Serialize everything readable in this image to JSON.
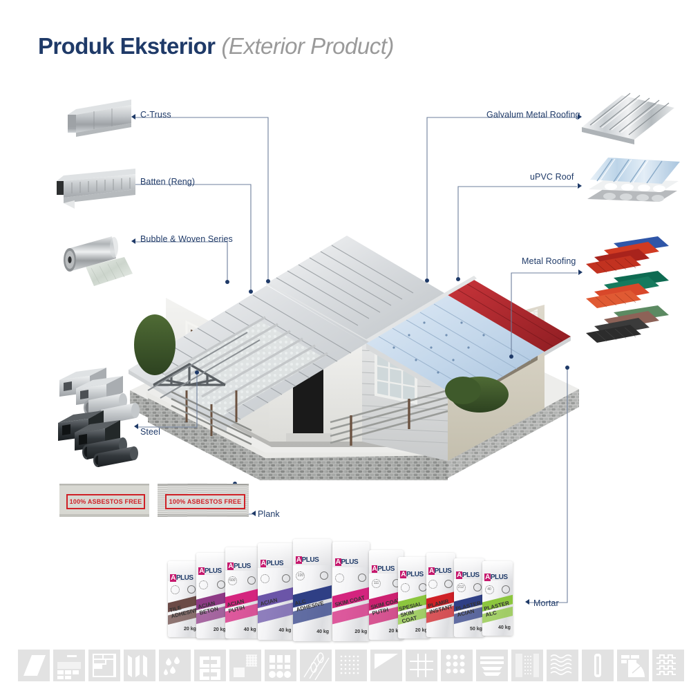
{
  "header": {
    "title_main": "Produk Eksterior",
    "title_sub": "(Exterior Product)"
  },
  "colors": {
    "title_navy": "#1f3a68",
    "title_gray": "#9a9a9a",
    "label_navy": "#1f3a68",
    "leader_line": "#6d7f9c",
    "stamp_red": "#cf2026",
    "roof_red": "#b3262b",
    "roof_blue": "#c5d8ea",
    "icon_gray": "#e2e2e2"
  },
  "callouts_left": [
    {
      "id": "c-truss",
      "label": "C-Truss"
    },
    {
      "id": "batten",
      "label": "Batten (Reng)"
    },
    {
      "id": "bubble-woven",
      "label": "Bubble & Woven Series"
    },
    {
      "id": "steel",
      "label": "Steel"
    },
    {
      "id": "plank",
      "label": "Plank"
    }
  ],
  "callouts_right": [
    {
      "id": "galvalum",
      "label": "Galvalum Metal Roofing"
    },
    {
      "id": "upvc-roof",
      "label": "uPVC Roof"
    },
    {
      "id": "metal-roofing",
      "label": "Metal Roofing"
    },
    {
      "id": "mortar",
      "label": "Mortar"
    }
  ],
  "plank_samples": [
    {
      "stamp": "100% ASBESTOS FREE",
      "finish": "smooth"
    },
    {
      "stamp": "100% ASBESTOS FREE",
      "finish": "wood-grain"
    }
  ],
  "mortar_products": [
    {
      "brand": "APLUS",
      "name": "TILE ADHESIVE",
      "weight": "20 kg",
      "color": "#6b4a46"
    },
    {
      "brand": "APLUS",
      "name": "ACIAN BETON",
      "weight": "20 kg",
      "color": "#8e3a86"
    },
    {
      "brand": "APLUS",
      "name": "ACIAN PUTIH",
      "weight": "40 kg",
      "color": "#d4247e"
    },
    {
      "brand": "APLUS",
      "name": "ACIAN",
      "weight": "40 kg",
      "color": "#6b55a8"
    },
    {
      "brand": "APLUS",
      "name": "ALC ADHESIVE",
      "weight": "40 kg",
      "color": "#2f3f85"
    },
    {
      "brand": "APLUS",
      "name": "SKIM COAT",
      "weight": "20 kg",
      "color": "#d4247e"
    },
    {
      "brand": "APLUS",
      "name": "SKIM COAT PUTIH",
      "weight": "20 kg",
      "color": "#cc2070"
    },
    {
      "brand": "APLUS",
      "name": "SPESIAL SKIM COAT",
      "weight": "20 kg",
      "color": "#8cc63e"
    },
    {
      "brand": "APLUS",
      "name": "PLAMIR INSTANT",
      "weight": "",
      "color": "#cf2026"
    },
    {
      "brand": "APLUS",
      "name": "PLASTER ACIAN",
      "weight": "50 kg",
      "color": "#2f3f85"
    },
    {
      "brand": "APLUS",
      "name": "PLASTER ALC",
      "weight": "40 kg",
      "color": "#8cc63e"
    }
  ],
  "mortar_seal_numbers": [
    "",
    "",
    "600",
    "",
    "220",
    "",
    "111",
    "",
    "",
    "212",
    "40"
  ],
  "icon_strip": [
    "plank-icon",
    "brick-wall-icon",
    "wall-section-icon",
    "folded-sheet-icon",
    "waterproof-drops-icon",
    "steel-profile-icon",
    "mesh-panel-icon",
    "tile-grid-icon",
    "pipe-roll-icon",
    "dotted-board-icon",
    "gradient-panel-icon",
    "grid-nine-icon",
    "screw-grid-icon",
    "louver-icon",
    "mesh-strip-icon",
    "wave-sheet-icon",
    "trowel-icon",
    "brick-arch-icon",
    "corrugated-icon"
  ]
}
